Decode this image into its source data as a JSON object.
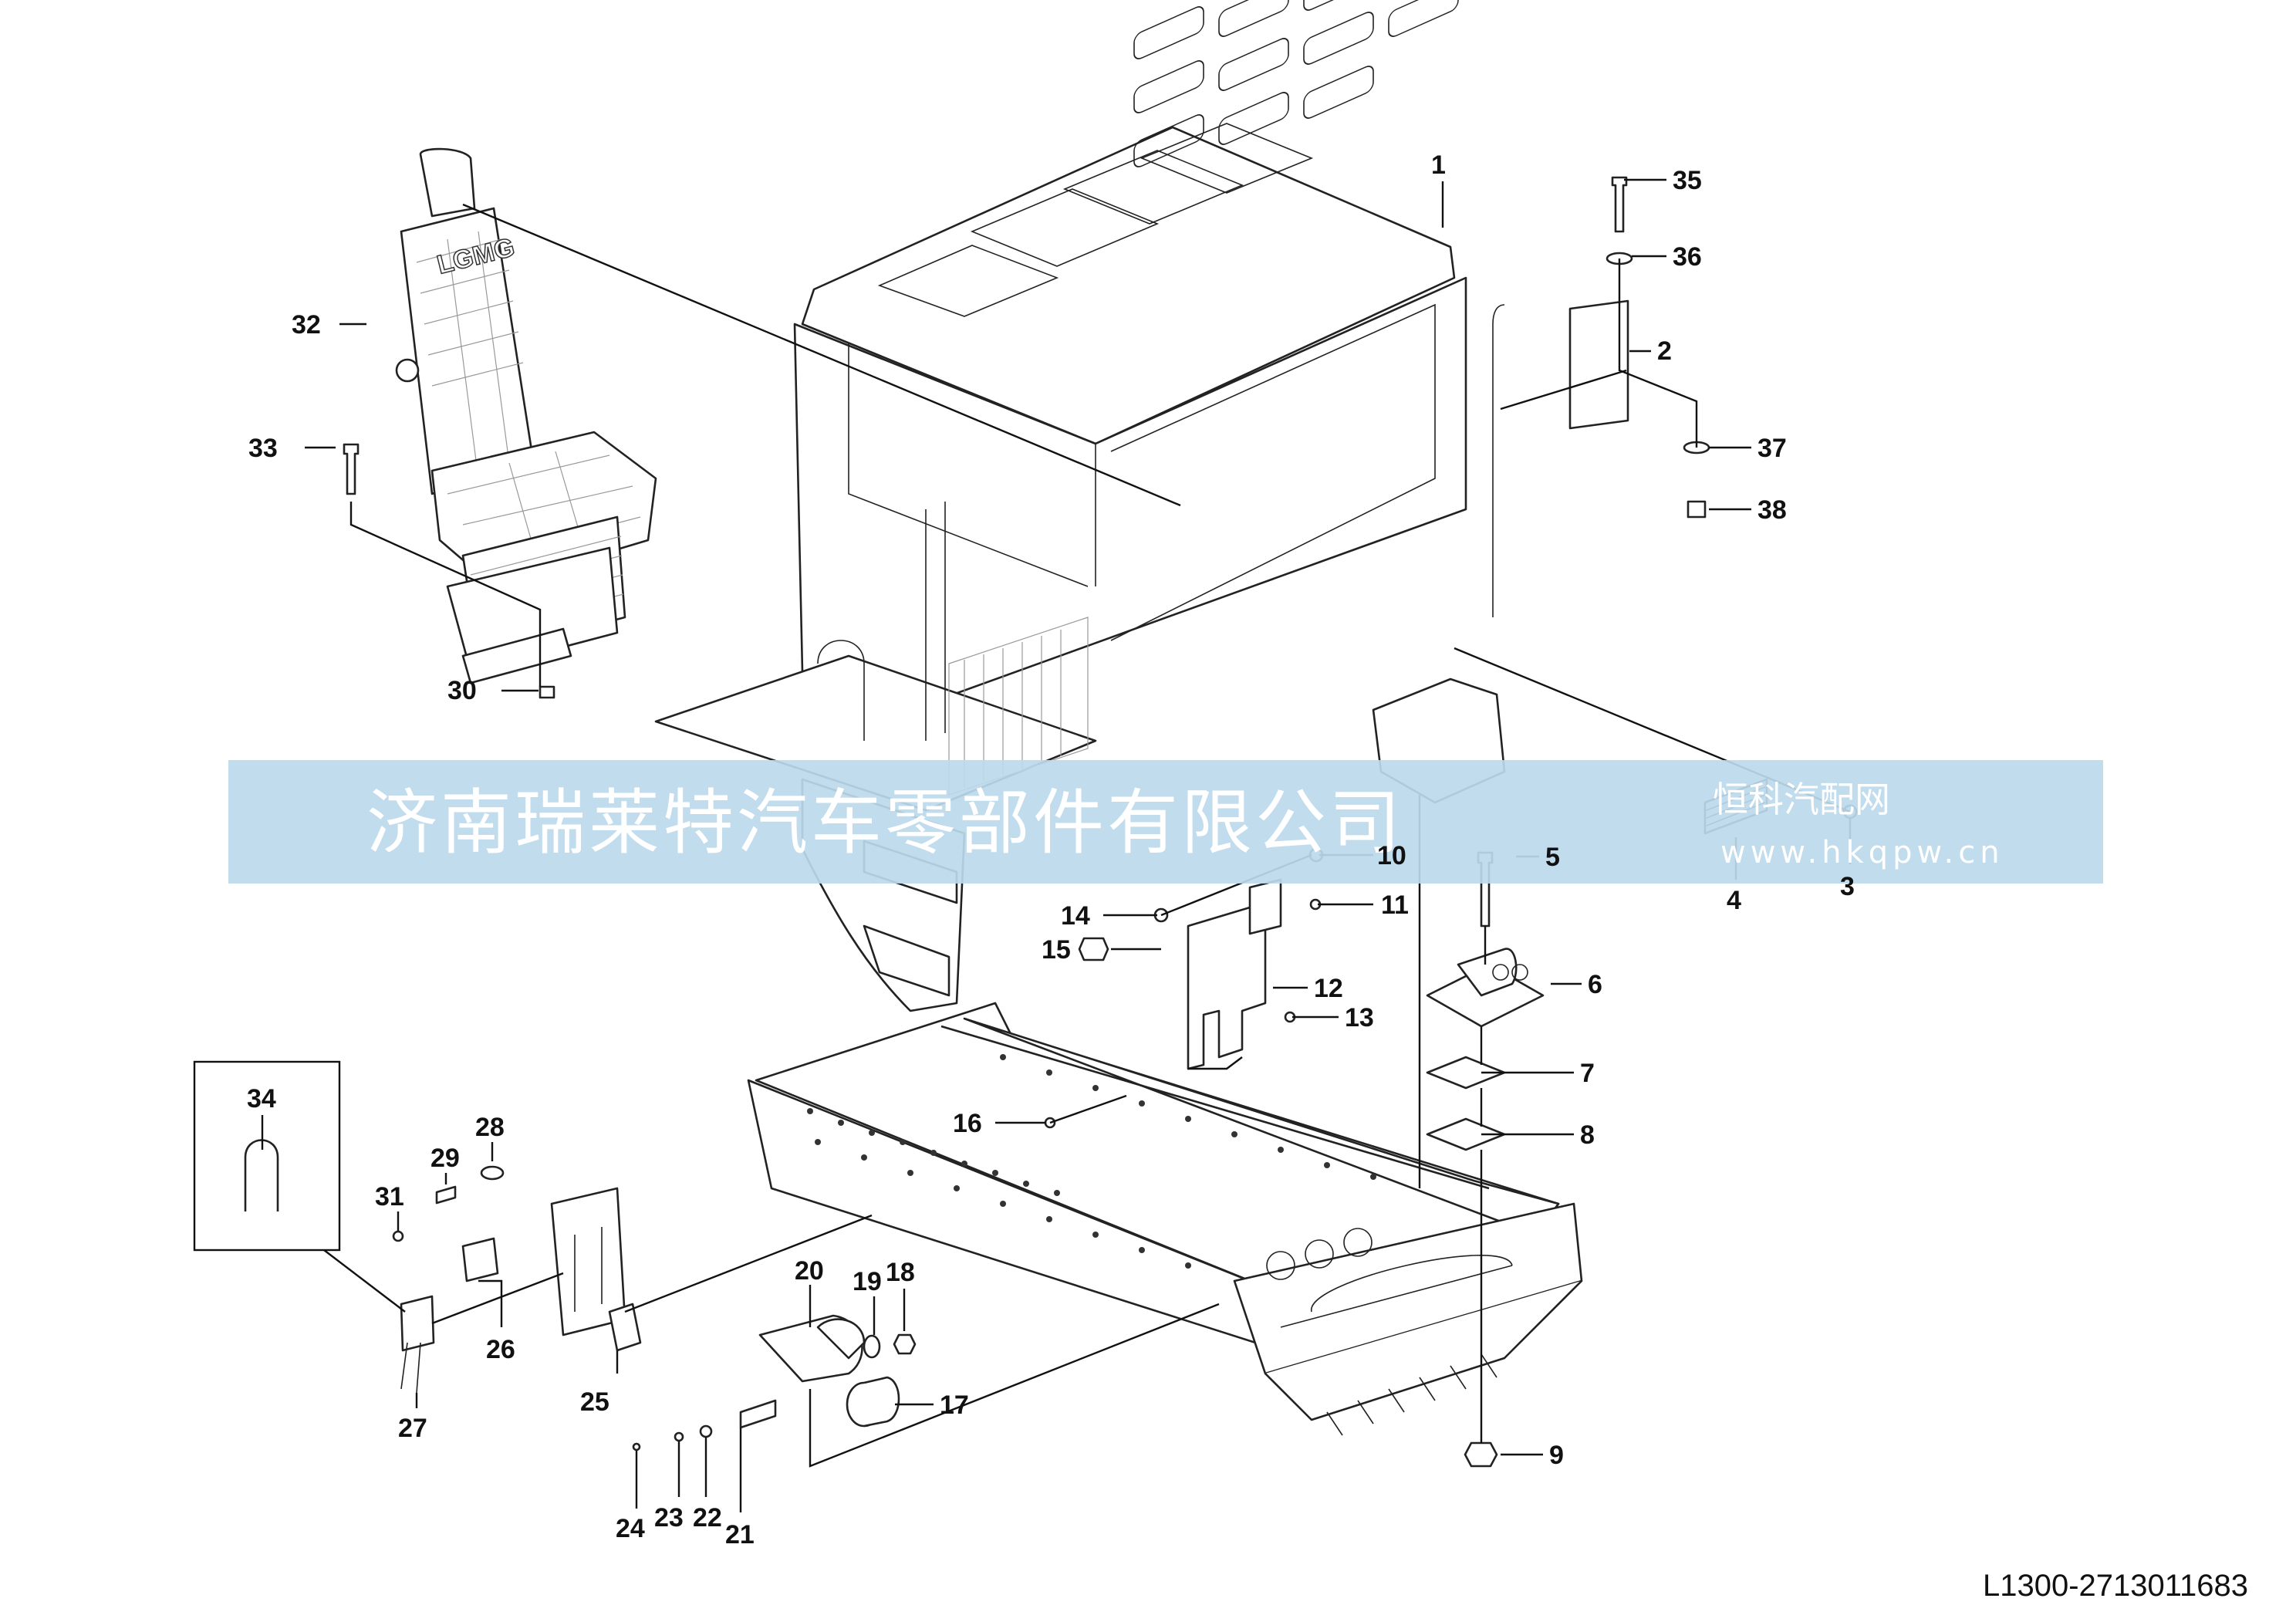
{
  "callouts": [
    "1",
    "2",
    "3",
    "4",
    "5",
    "6",
    "7",
    "8",
    "9",
    "10",
    "11",
    "12",
    "13",
    "14",
    "15",
    "16",
    "17",
    "18",
    "19",
    "20",
    "21",
    "22",
    "23",
    "24",
    "25",
    "26",
    "27",
    "28",
    "29",
    "30",
    "31",
    "32",
    "33",
    "34",
    "35",
    "36",
    "37",
    "38"
  ],
  "seat_brand": "LGMG",
  "watermark": {
    "company": "济南瑞莱特汽车零部件有限公司",
    "site_name": "恒科汽配网",
    "url": "www.hkqpw.cn"
  },
  "document_number": "L1300-2713011683"
}
